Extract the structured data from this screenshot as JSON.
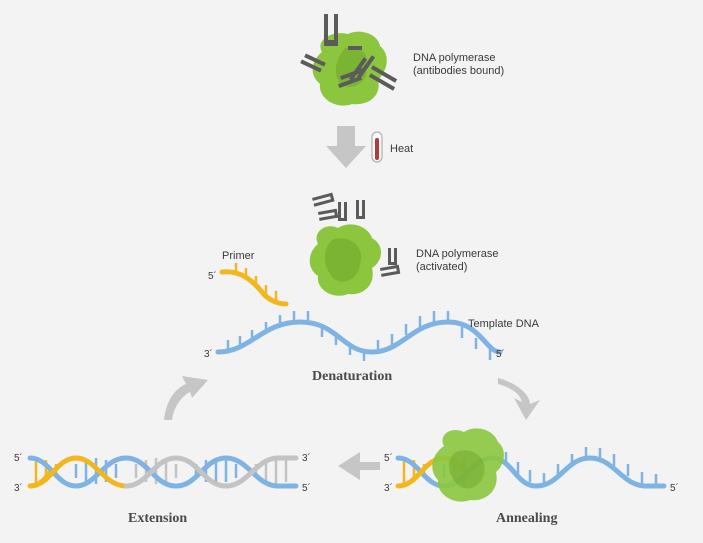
{
  "labels": {
    "polymerase_bound": [
      "DNA polymerase",
      "(antibodies bound)"
    ],
    "heat": "Heat",
    "polymerase_activated": [
      "DNA polymerase",
      "(activated)"
    ],
    "primer": "Primer",
    "template_dna": "Template DNA",
    "denaturation": "Denaturation",
    "annealing": "Annealing",
    "extension": "Extension",
    "five_prime": "5´",
    "three_prime": "3´"
  },
  "colors": {
    "background": "#f3f3f3",
    "dna_blue": "#7fb3e3",
    "primer_yellow": "#f2b61f",
    "new_strand_gray": "#c3c3c3",
    "enzyme_green": "#8cc63f",
    "enzyme_green_dark": "#6ea62a",
    "antibody_gray": "#5b5b5b",
    "arrow_gray": "#c6c6c6",
    "thermometer_red": "#b53a3a"
  }
}
